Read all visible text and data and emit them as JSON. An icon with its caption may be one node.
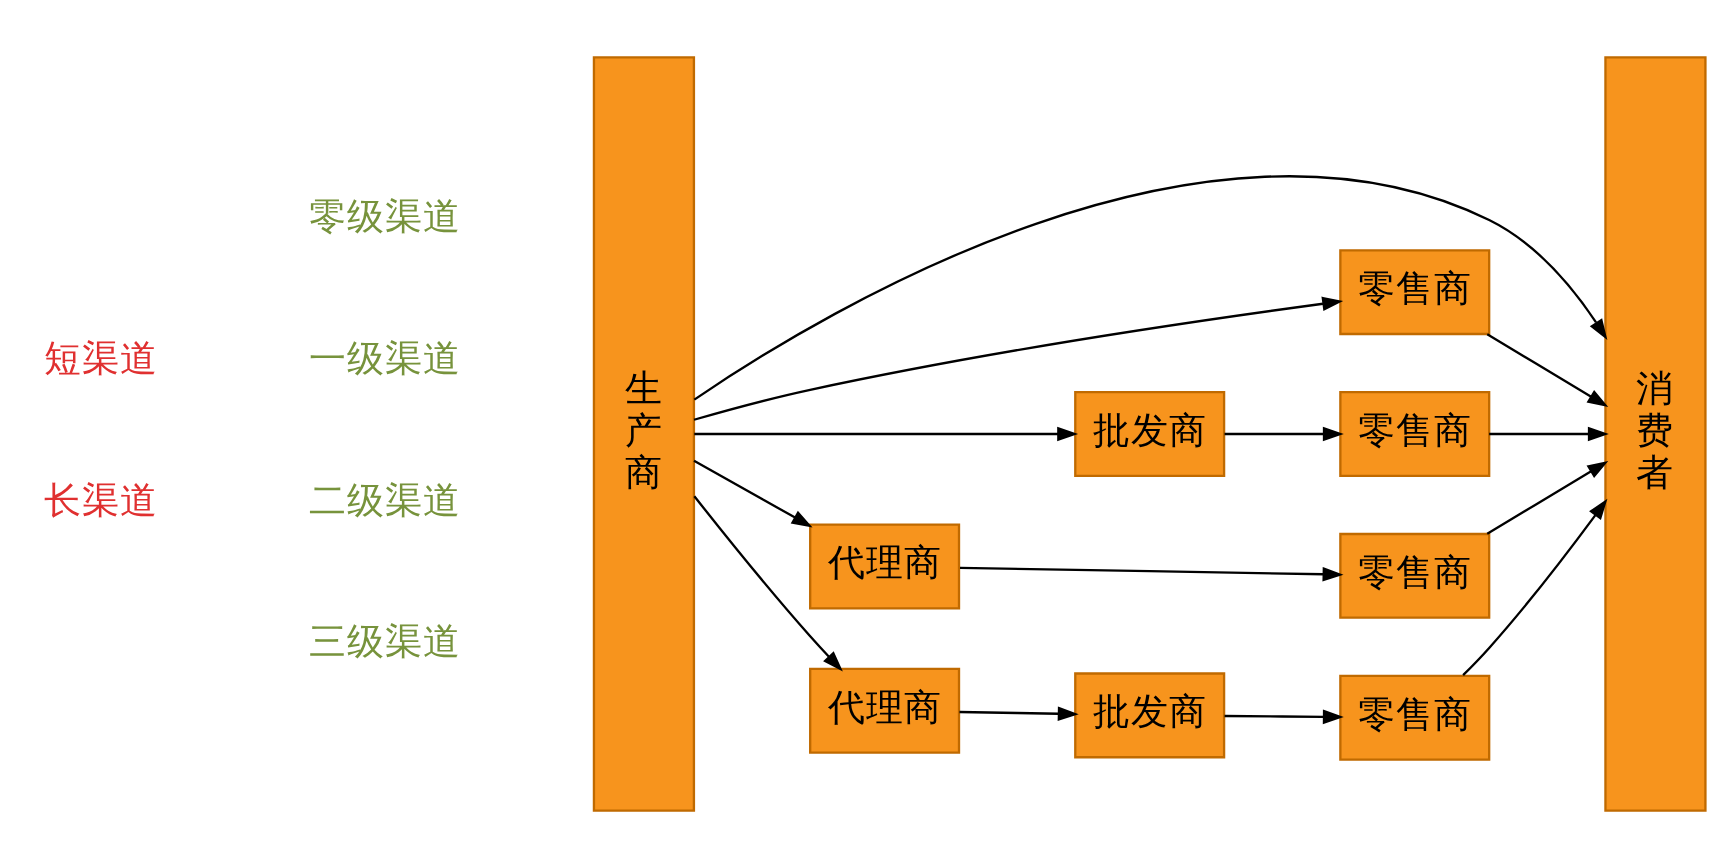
{
  "diagram": {
    "nodes": [
      {
        "text": [
          "生产商"
        ]
      },
      {
        "text": [
          "消费者"
        ]
      },
      {
        "text": [
          "零售商"
        ]
      },
      {
        "text": [
          "批发商"
        ]
      },
      {
        "text": [
          "零售商"
        ]
      },
      {
        "text": [
          "代理商"
        ]
      },
      {
        "text": [
          "零售商"
        ]
      },
      {
        "text": [
          "代理商"
        ]
      },
      {
        "text": [
          "批发商"
        ]
      },
      {
        "text": [
          "零售商"
        ]
      }
    ],
    "edges": [
      {
        "from": 0,
        "to": 1,
        "arrow": "to"
      },
      {
        "from": 0,
        "to": 2,
        "arrow": "to"
      },
      {
        "from": 2,
        "to": 1,
        "arrow": "to"
      },
      {
        "from": 0,
        "to": 3,
        "arrow": "to"
      },
      {
        "from": 3,
        "to": 4,
        "arrow": "to"
      },
      {
        "from": 4,
        "to": 1,
        "arrow": "to"
      },
      {
        "from": 0,
        "to": 5,
        "arrow": "to"
      },
      {
        "from": 5,
        "to": 6,
        "arrow": "to"
      },
      {
        "from": 6,
        "to": 1,
        "arrow": "to"
      },
      {
        "from": 0,
        "to": 7,
        "arrow": "to"
      },
      {
        "from": 7,
        "to": 8,
        "arrow": "to"
      },
      {
        "from": 8,
        "to": 9,
        "arrow": "to"
      },
      {
        "from": 9,
        "to": 1,
        "arrow": "to"
      }
    ],
    "labels": [
      "零级渠道",
      "短渠道",
      "一级渠道",
      "二级渠道",
      "长渠道",
      "三级渠道"
    ]
  }
}
